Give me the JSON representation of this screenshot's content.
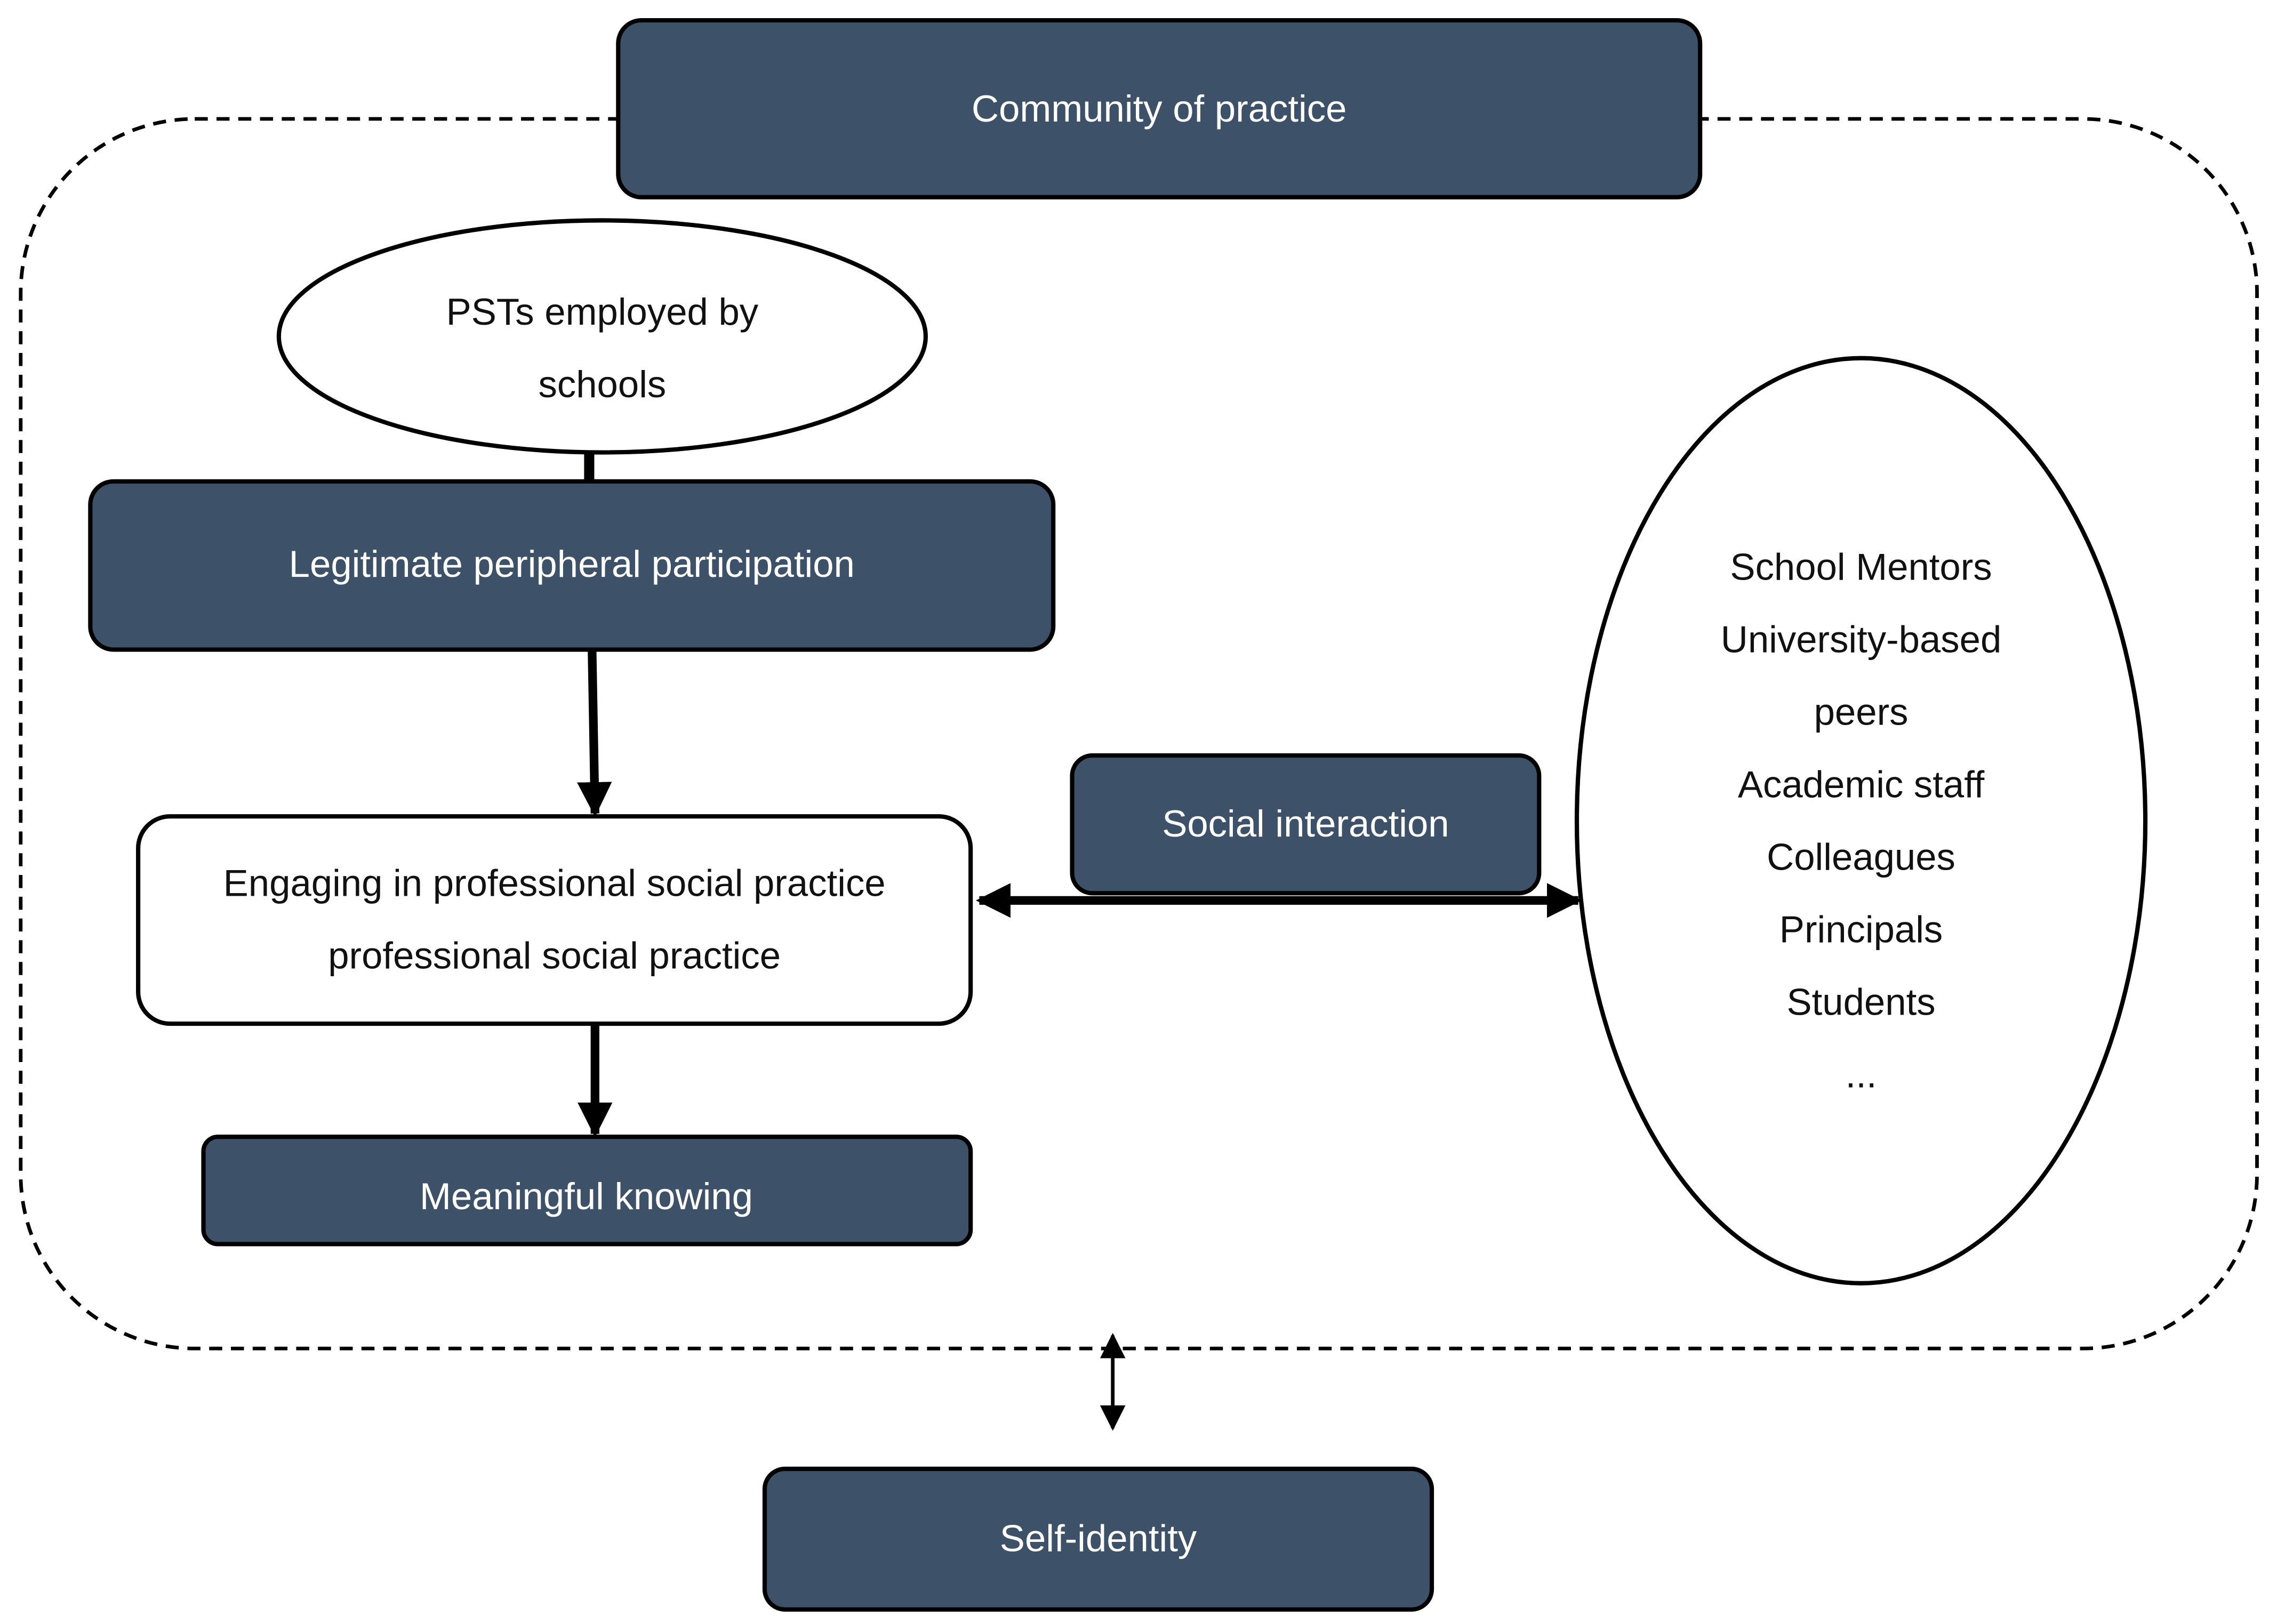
{
  "colors": {
    "box_fill": "#3d5169",
    "outline": "#000000",
    "text_light": "#ffffff",
    "text_dark": "#111111"
  },
  "community": {
    "label": "Community of practice"
  },
  "employed": {
    "line1": "PSTs employed by",
    "line2": "schools"
  },
  "lpp": {
    "label": "Legitimate peripheral participation"
  },
  "engaging": {
    "line1": "Engaging in professional social practice",
    "line2": "professional social practice"
  },
  "meaningful": {
    "label": "Meaningful knowing"
  },
  "social": {
    "label": "Social interaction"
  },
  "actors": {
    "items": [
      "School Mentors",
      "University-based",
      "peers",
      "Academic staff",
      "Colleagues",
      "Principals",
      "Students",
      "..."
    ]
  },
  "self_identity": {
    "label": "Self-identity"
  }
}
